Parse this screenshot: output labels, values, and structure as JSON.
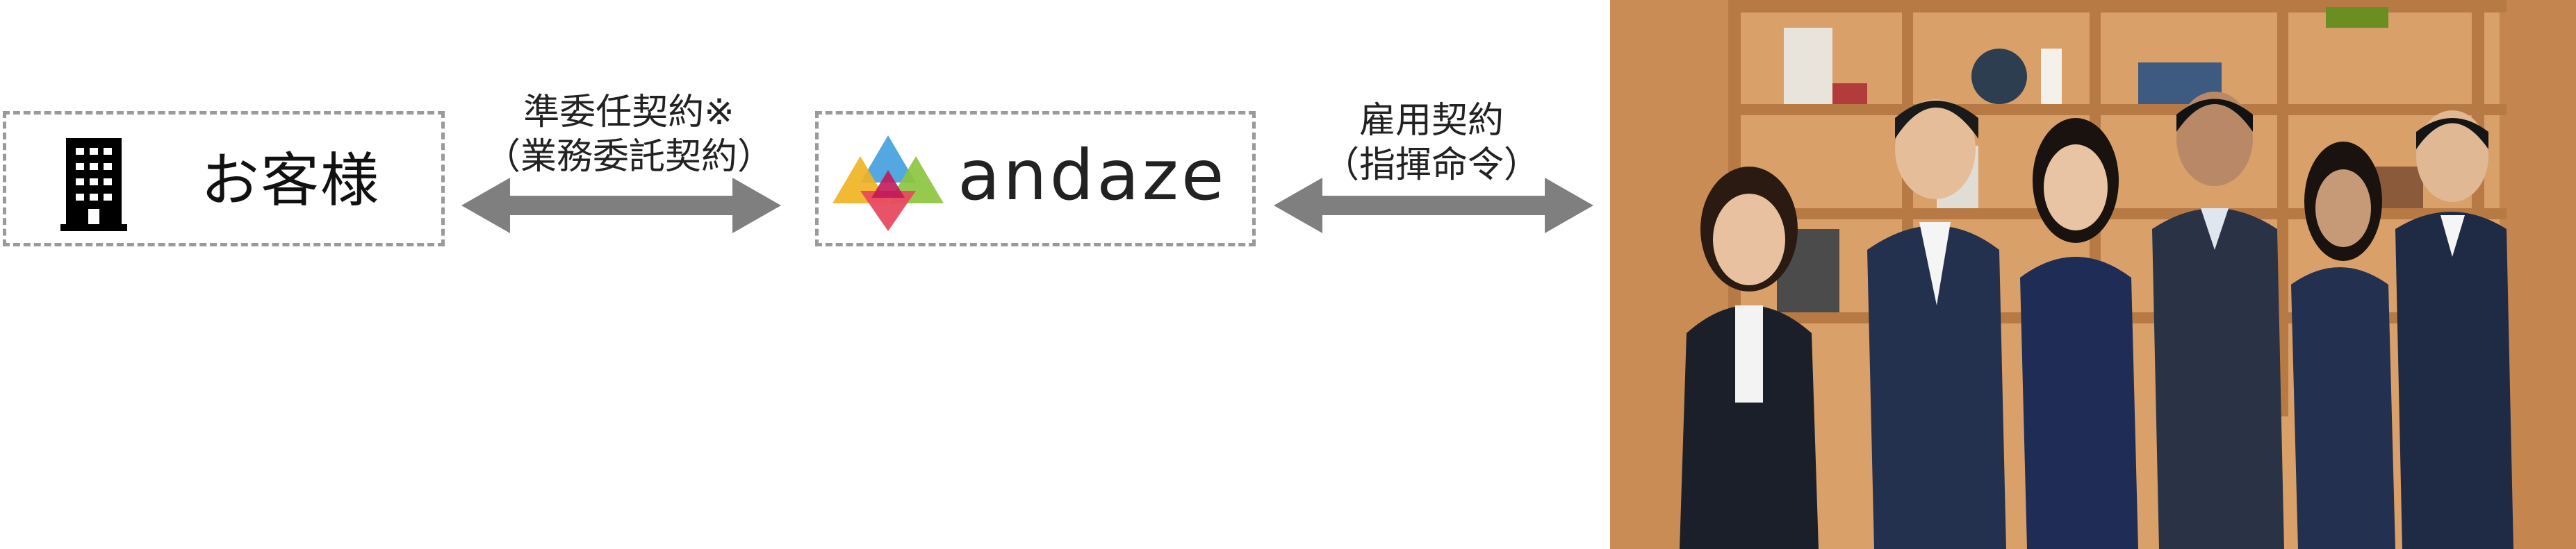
{
  "customer": {
    "label": "お客様",
    "icon": "building-icon"
  },
  "company": {
    "brand": "andaze",
    "logo_colors": [
      "#f0b323",
      "#e84a5f",
      "#4aa3df",
      "#8cc63f",
      "#c2185b"
    ]
  },
  "relations": [
    {
      "line1": "準委任契約※",
      "line2": "（業務委託契約）"
    },
    {
      "line1": "雇用契約",
      "line2": "（指揮命令）"
    }
  ],
  "colors": {
    "arrow": "#7f7f7f",
    "box_border": "#9a9a9a"
  }
}
